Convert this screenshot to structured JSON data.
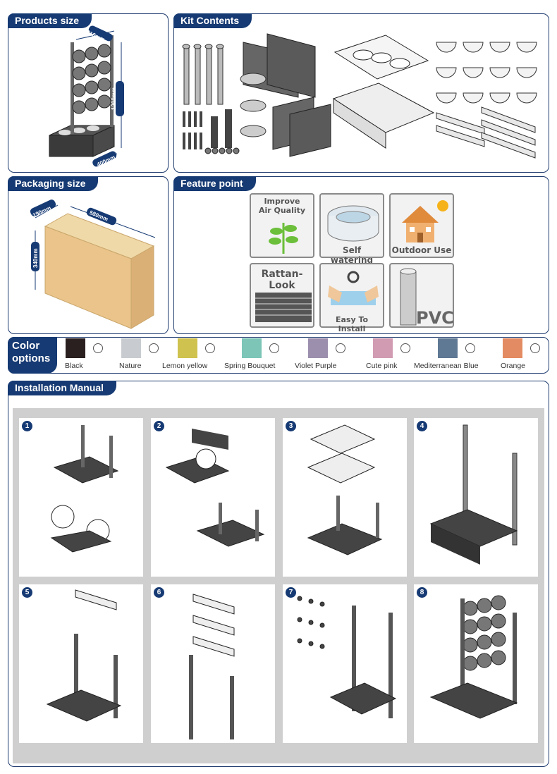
{
  "products_size": {
    "title": "Products size",
    "width": "610mm",
    "height": "1200mm",
    "depth": "400mm"
  },
  "kit_contents": {
    "title": "Kit Contents"
  },
  "packaging_size": {
    "title": "Packaging size",
    "depth": "190mm",
    "length": "580mm",
    "height": "340mm"
  },
  "feature_point": {
    "title": "Feature point",
    "features": [
      {
        "label_line1": "Improve",
        "label_line2": "Air Quality",
        "icon": "plant-icon"
      },
      {
        "label": "Self watering",
        "icon": "water-tray-icon"
      },
      {
        "label": "Outdoor Use",
        "icon": "house-sun-icon"
      },
      {
        "label": "Rattan-Look",
        "icon": "rattan-weave-icon"
      },
      {
        "label": "Easy To Install",
        "icon": "hands-gear-icon"
      },
      {
        "label": "PVC",
        "icon": "pvc-pipe-icon"
      }
    ]
  },
  "color_options": {
    "title_line1": "Color",
    "title_line2": "options",
    "colors": [
      {
        "name": "Black",
        "hex": "#2b2020"
      },
      {
        "name": "Nature",
        "hex": "#c8ccd0"
      },
      {
        "name": "Lemon yellow",
        "hex": "#cfc24f"
      },
      {
        "name": "Spring Bouquet",
        "hex": "#7cc5b7"
      },
      {
        "name": "Violet Purple",
        "hex": "#9c8fae"
      },
      {
        "name": "Cute pink",
        "hex": "#d19bb2"
      },
      {
        "name": "Mediterranean Blue",
        "hex": "#5f7893"
      },
      {
        "name": "Orange",
        "hex": "#e38b62"
      }
    ]
  },
  "installation": {
    "title": "Installation Manual",
    "steps": [
      "1",
      "2",
      "3",
      "4",
      "5",
      "6",
      "7",
      "8"
    ]
  }
}
